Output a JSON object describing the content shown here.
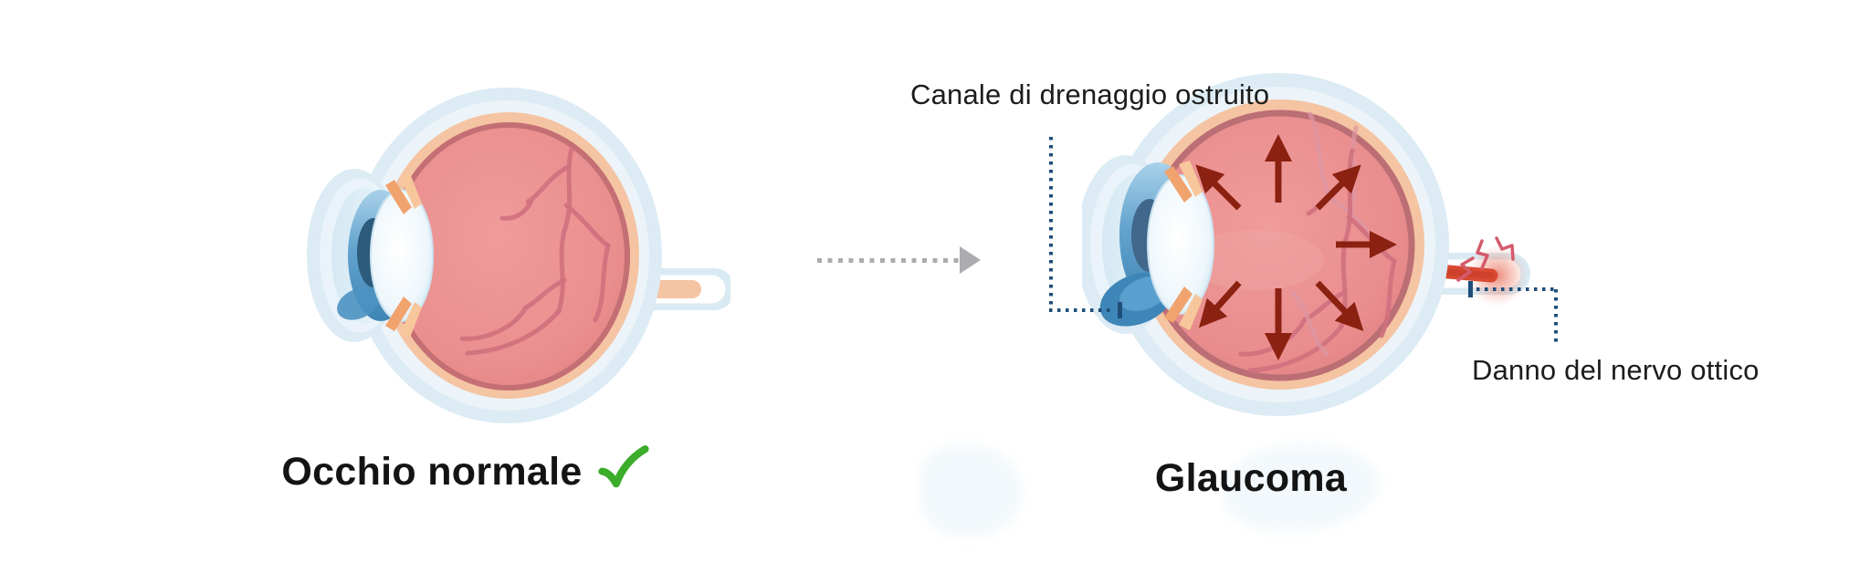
{
  "normal_panel": {
    "caption": "Occhio normale",
    "status_icon": "green-checkmark"
  },
  "glaucoma_panel": {
    "caption": "Glaucoma",
    "callouts": [
      {
        "label": "Canale di drenaggio ostruito",
        "side": "top-left"
      },
      {
        "label": "Danno del nervo ottico",
        "side": "bottom-right"
      }
    ],
    "pressure_arrows_count": 7,
    "pain_flash_icon": "red-spark-lines"
  },
  "transition": {
    "icon": "dotted-arrow-right"
  },
  "colors": {
    "sclera_outer": "#DCEBF4",
    "sclera_inner": "#ECF4F9",
    "choroid": "#F5C4A3",
    "retina_rim": "#C46F74",
    "vitreous": "#EC9392",
    "vessel": "#D0707E",
    "iris": "#5FA0CC",
    "pupil": "#2D5B7B",
    "ciliary": "#F1A36E",
    "pressure_arrow": "#8B2110",
    "nerve_red": "#D94A33",
    "pain_flash": "#D45B6B",
    "leader": "#1F4E79",
    "transition_arrow": "#ACABB0",
    "checkmark": "#3CAD2B",
    "text": "#1C1C1C",
    "background": "#FFFFFF"
  }
}
